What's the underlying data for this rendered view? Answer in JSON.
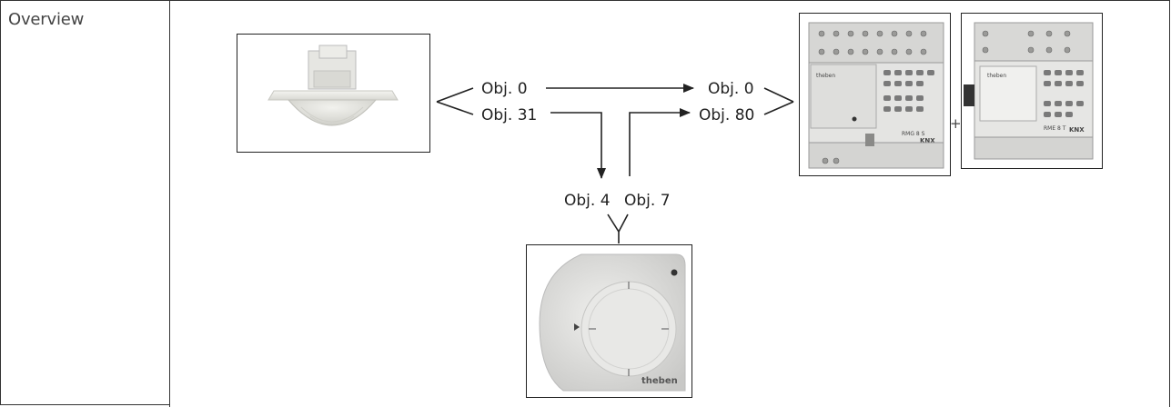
{
  "row_label": "Overview",
  "objects": {
    "sensor_out_a": "Obj. 0",
    "sensor_out_b": "Obj. 31",
    "actuator_in_a": "Obj. 0",
    "actuator_in_b": "Obj. 80",
    "thermostat_in": "Obj. 4",
    "thermostat_out": "Obj. 7"
  },
  "plus_sign": "+",
  "device_labels": {
    "actuator_brand": "theben",
    "actuator_model": "RMG 8 S",
    "actuator_bus": "KNX",
    "extension_brand": "theben",
    "extension_model": "RME 8 T",
    "extension_bus": "KNX",
    "thermostat_brand": "theben"
  }
}
